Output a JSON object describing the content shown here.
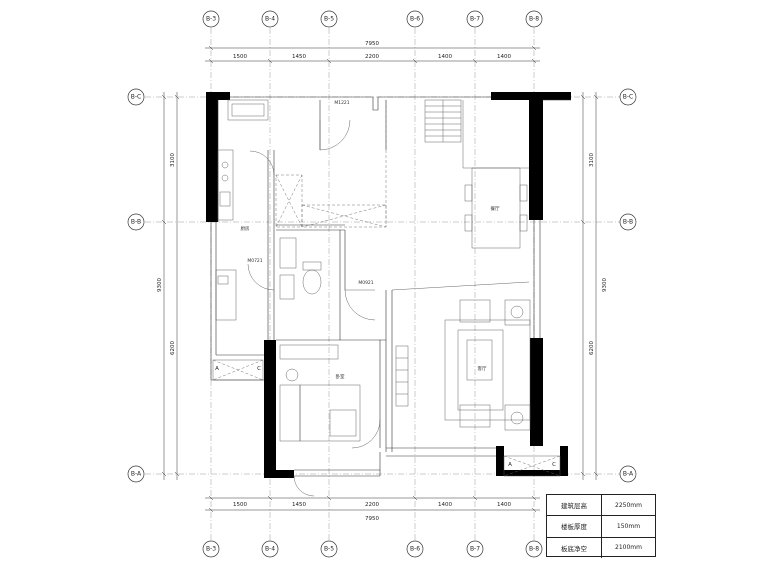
{
  "axes_vertical": [
    "B-3",
    "B-4",
    "B-5",
    "B-6",
    "B-7",
    "B-8"
  ],
  "axes_horizontal": [
    "B-C",
    "B-B",
    "B-A"
  ],
  "dims_top_total": "7950",
  "dims_top": [
    "1500",
    "1450",
    "2200",
    "1400",
    "1400"
  ],
  "dims_bottom_total": "7950",
  "dims_bottom": [
    "1500",
    "1450",
    "2200",
    "1400",
    "1400"
  ],
  "dims_left": [
    "3100",
    "6200",
    "9300"
  ],
  "dims_right": [
    "3100",
    "6200",
    "9300"
  ],
  "labels": {
    "door_m1221": "M1221",
    "door_m0721": "M0721",
    "door_m0921": "M0921",
    "room_kitchen": "厨房",
    "room_dining": "餐厅",
    "room_living": "客厅",
    "room_bedroom": "卧室",
    "mark_a": "A",
    "mark_c": "C"
  },
  "info_table": [
    {
      "k": "建筑层高",
      "v": "2250mm"
    },
    {
      "k": "楼板厚度",
      "v": "150mm"
    },
    {
      "k": "板底净空",
      "v": "2100mm"
    }
  ]
}
